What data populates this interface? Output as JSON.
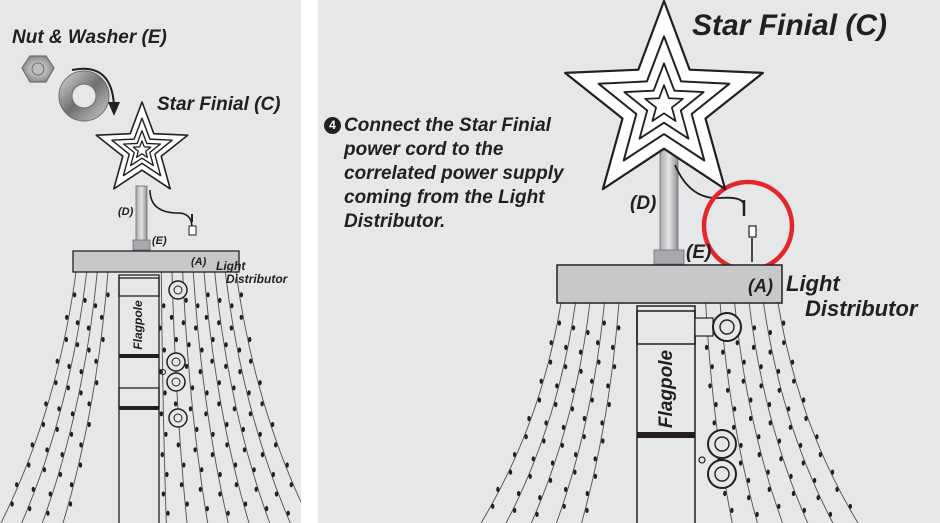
{
  "left": {
    "nut_washer": "Nut & Washer (E)",
    "star_finial": "Star Finial (C)",
    "d": "(D)",
    "e": "(E)",
    "a": "(A)",
    "light": "Light",
    "distributor": "Distributor",
    "flagpole": "Flagpole"
  },
  "right": {
    "star_finial": "Star Finial (C)",
    "step_number": "4",
    "step_lines": [
      "Connect the Star Finial",
      "power cord to the",
      "correlated power supply",
      "coming from the Light",
      "Distributor."
    ],
    "d": "(D)",
    "e": "(E)",
    "a": "(A)",
    "light": "Light",
    "distributor": "Distributor",
    "flagpole": "Flagpole"
  },
  "colors": {
    "background": "#e6e7e8",
    "ink": "#231f20",
    "highlight": "#e3262b"
  }
}
